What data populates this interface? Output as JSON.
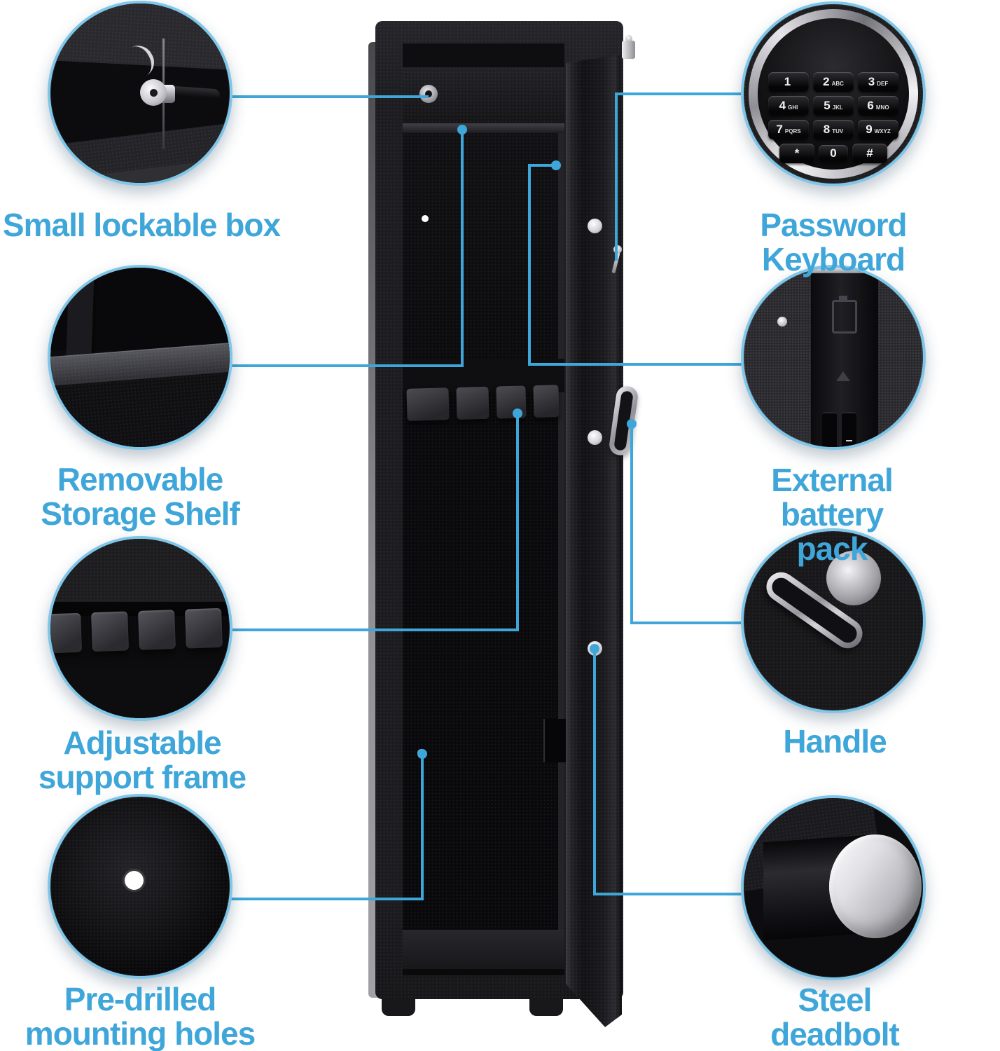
{
  "colors": {
    "accent_blue": "#3FA6D9",
    "circle_ring_blue": "#7FC6E8",
    "background": "#FFFFFF",
    "safe_black": "#1C1C20"
  },
  "features": {
    "left": [
      {
        "label": "Small lockable box"
      },
      {
        "label": "Removable\nStorage Shelf"
      },
      {
        "label": "Adjustable\nsupport frame"
      },
      {
        "label": "Pre-drilled\nmounting holes"
      }
    ],
    "right": [
      {
        "label": "Password Keyboard"
      },
      {
        "label": "External battery pack"
      },
      {
        "label": "Handle"
      },
      {
        "label": "Steel deadbolt"
      }
    ]
  },
  "keypad": {
    "keys": [
      {
        "num": "1",
        "sub": ""
      },
      {
        "num": "2",
        "sub": "ABC"
      },
      {
        "num": "3",
        "sub": "DEF"
      },
      {
        "num": "4",
        "sub": "GHI"
      },
      {
        "num": "5",
        "sub": "JKL"
      },
      {
        "num": "6",
        "sub": "MNO"
      },
      {
        "num": "7",
        "sub": "PQRS"
      },
      {
        "num": "8",
        "sub": "TUV"
      },
      {
        "num": "9",
        "sub": "WXYZ"
      },
      {
        "num": "*",
        "sub": ""
      },
      {
        "num": "0",
        "sub": ""
      },
      {
        "num": "#",
        "sub": ""
      }
    ]
  }
}
